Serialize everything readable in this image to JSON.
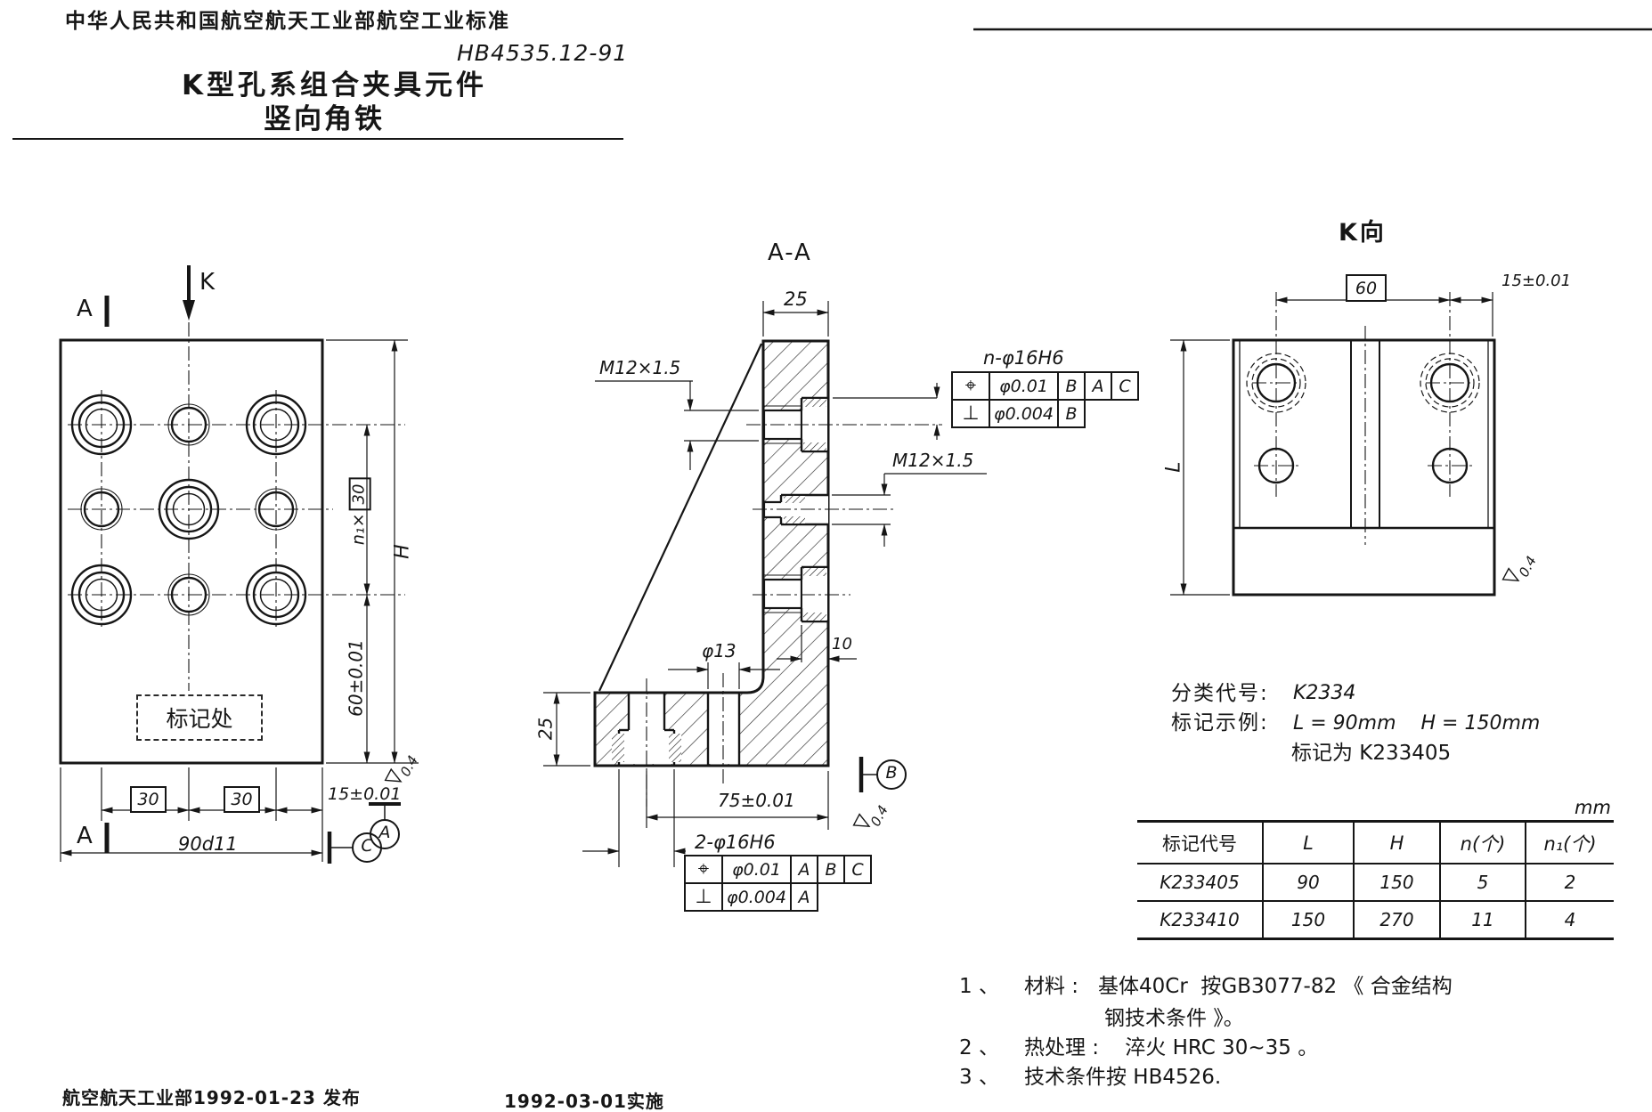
{
  "header": {
    "org": "中华人民共和国航空航天工业部航空工业标准",
    "code": "HB4535.12-91",
    "title1": "K型孔系组合夹具元件",
    "title2": "竖向角铁"
  },
  "front_view": {
    "section_a_top": "A",
    "section_a_bottom": "A",
    "view_k": "K",
    "marking": "标记处",
    "n1_prefix": "n₁×",
    "n1_box": "30",
    "dim_60": "60±0.01",
    "dim_h": "H",
    "dim_30a": "30",
    "dim_30b": "30",
    "dim_15": "15±0.01",
    "dim_90": "90d11",
    "finish": "0.4",
    "datum_a": "A",
    "datum_c": "C"
  },
  "section_view": {
    "title": "A-A",
    "dim_25_top": "25",
    "thread_top": "M12×1.5",
    "thread_mid": "M12×1.5",
    "dim_13": "φ13",
    "dim_10": "10",
    "dim_25_base": "25",
    "dim_75": "75±0.01",
    "finish": "0.4",
    "datum_b": "B",
    "fcf_top": {
      "title": "n-φ16H6",
      "r1_sym": "⌖",
      "r1_tol": "φ0.01",
      "r1_d1": "B",
      "r1_d2": "A",
      "r1_d3": "C",
      "r2_sym": "⊥",
      "r2_tol": "φ0.004",
      "r2_d1": "B"
    },
    "fcf_bottom": {
      "title": "2-φ16H6",
      "r1_sym": "⌖",
      "r1_tol": "φ0.01",
      "r1_d1": "A",
      "r1_d2": "B",
      "r1_d3": "C",
      "r2_sym": "⊥",
      "r2_tol": "φ0.004",
      "r2_d1": "A"
    }
  },
  "k_view": {
    "title": "K向",
    "dim_60": "60",
    "dim_15": "15±0.01",
    "dim_l": "L",
    "finish": "0.4"
  },
  "spec": {
    "label1": "分类代号:",
    "value1": "K2334",
    "label2": "标记示例:",
    "value2": "L = 90mm    H = 150mm",
    "value3": "标记为 K233405"
  },
  "table": {
    "unit": "mm",
    "headers": [
      "标记代号",
      "L",
      "H",
      "n(个)",
      "n₁(个)"
    ],
    "rows": [
      [
        "K233405",
        "90",
        "150",
        "5",
        "2"
      ],
      [
        "K233410",
        "150",
        "270",
        "11",
        "4"
      ]
    ]
  },
  "notes": {
    "n1_no": "1 、",
    "n1_text": "材料 :   基体40Cr  按GB3077-82 《 合金结构",
    "n1_cont": "钢技术条件 》。",
    "n2_no": "2 、",
    "n2_text": "热处理 :    淬火 HRC 30~35 。",
    "n3_no": "3 、",
    "n3_text": "技术条件按 HB4526."
  },
  "footer": {
    "issue": "航空航天工业部1992-01-23 发布",
    "implement": "1992-03-01实施"
  }
}
